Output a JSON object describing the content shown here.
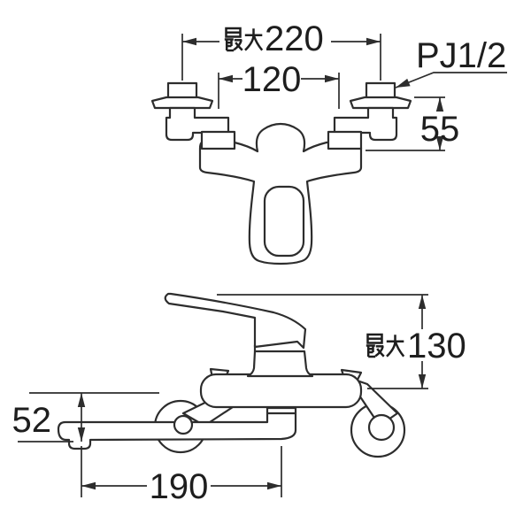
{
  "figure_type": "faucet-dimension-drawing",
  "front_view": {
    "max_width": {
      "kanji": "最大",
      "number": "220",
      "full": "最大220"
    },
    "inlet_pitch": {
      "number": "120"
    },
    "thread": {
      "text": "PJ1/2"
    },
    "offset_height": {
      "number": "55"
    }
  },
  "side_view": {
    "max_height": {
      "kanji": "最大",
      "number": "130",
      "full": "最大130"
    },
    "spout_drop": {
      "number": "52"
    },
    "spout_reach": {
      "number": "190"
    }
  },
  "colors": {
    "line": "#2d2d2d",
    "text": "#1e1e1e",
    "background": "#ffffff"
  }
}
